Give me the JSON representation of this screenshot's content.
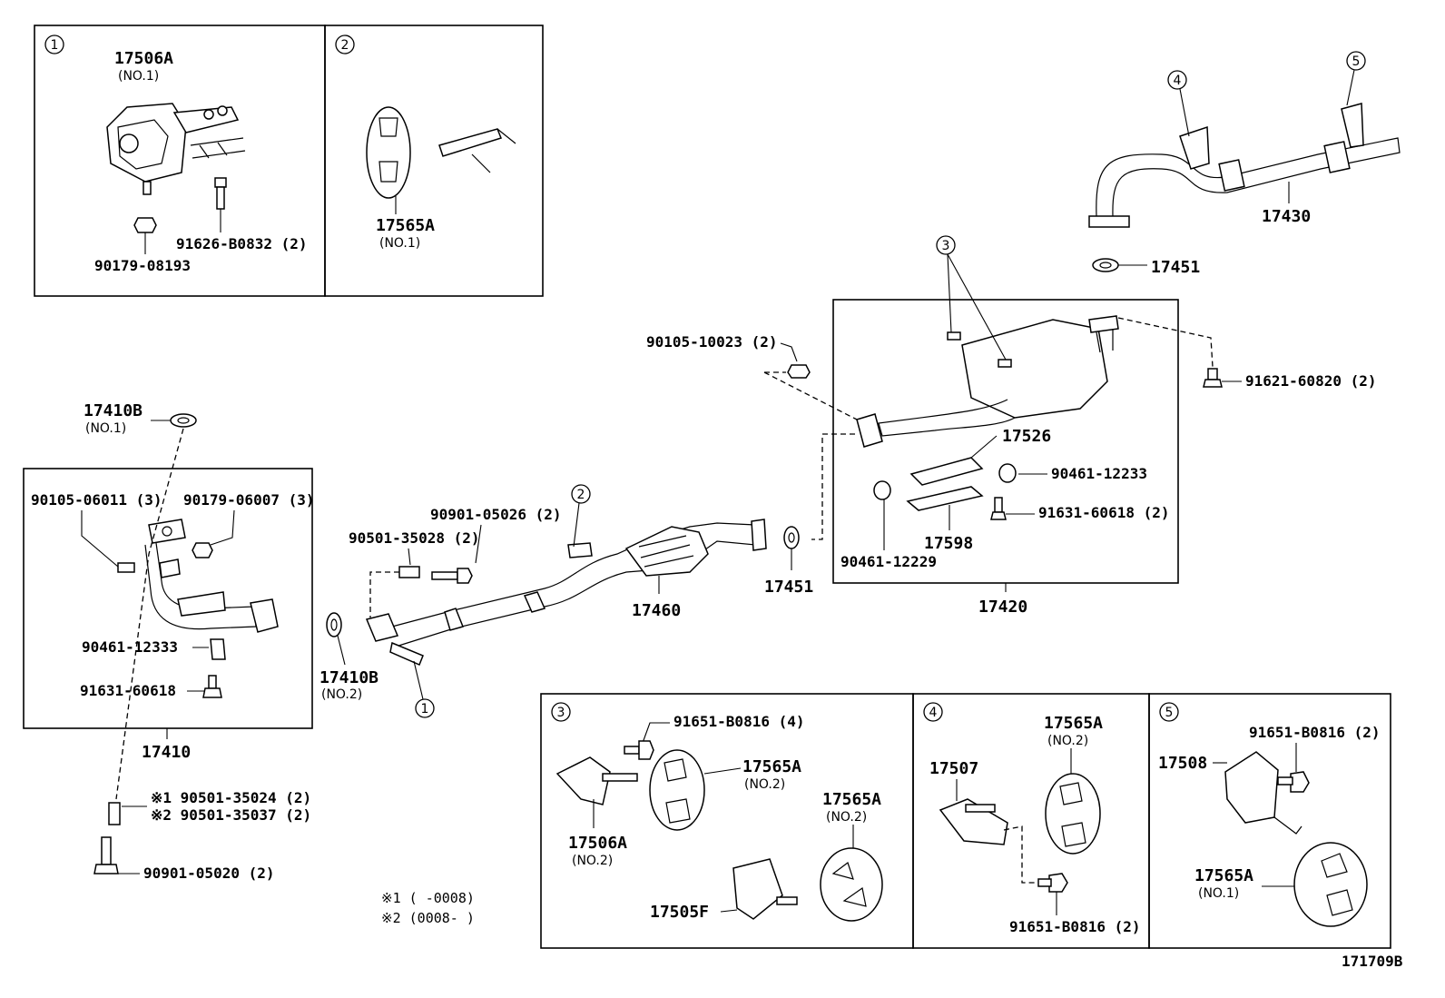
{
  "diagram_id": "171709B",
  "notes": {
    "n1": "※1 (      -0008)",
    "n2": "※2 (0008-      )"
  },
  "detail_boxes": {
    "d1": {
      "number": "1",
      "parts": {
        "mount": "17506A",
        "mount_sub": "(NO.1)",
        "bolt": "91626-B0832 (2)",
        "nut": "90179-08193"
      }
    },
    "d2": {
      "number": "2",
      "parts": {
        "hanger": "17565A",
        "hanger_sub": "(NO.1)"
      }
    },
    "d3": {
      "number": "3",
      "parts": {
        "bolt": "91651-B0816 (4)",
        "hanger": "17565A",
        "hanger_sub": "(NO.2)",
        "hanger2": "17565A",
        "hanger2_sub": "(NO.2)",
        "bracket": "17506A",
        "bracket_sub": "(NO.2)",
        "bracket2": "17505F"
      }
    },
    "d4": {
      "number": "4",
      "parts": {
        "hanger": "17565A",
        "hanger_sub": "(NO.2)",
        "bracket": "17507",
        "bolt": "91651-B0816 (2)"
      }
    },
    "d5": {
      "number": "5",
      "parts": {
        "bolt": "91651-B0816 (2)",
        "bracket": "17508",
        "hanger": "17565A",
        "hanger_sub": "(NO.1)"
      }
    }
  },
  "labels": {
    "tail_pipe": "17430",
    "gasket_tail": "17451",
    "gasket_mid": "17451",
    "muffler_assy": "17420",
    "heat_insulator": "17526",
    "insulator_lower": "17598",
    "clamp_a": "90461-12233",
    "clamp_b": "90461-12229",
    "screw_a": "91631-60618 (2)",
    "bolt_tail": "91621-60820 (2)",
    "nut_muffler": "90105-10023 (2)",
    "center_pipe": "17460",
    "bolt_center": "90901-05026 (2)",
    "spring_center": "90501-35028 (2)",
    "gasket_front_top": "17410B",
    "gasket_front_top_sub": "(NO.1)",
    "gasket_front_bot": "17410B",
    "gasket_front_bot_sub": "(NO.2)",
    "front_pipe": "17410",
    "nut_a": "90105-06011 (3)",
    "nut_b": "90179-06007 (3)",
    "clamp_front": "90461-12333",
    "screw_front": "91631-60618",
    "spring1": "※1 90501-35024 (2)",
    "spring2": "※2 90501-35037 (2)",
    "bolt_front": "90901-05020 (2)"
  },
  "callouts": {
    "c1": "1",
    "c2": "2",
    "c3": "3",
    "c4": "4",
    "c5": "5"
  }
}
